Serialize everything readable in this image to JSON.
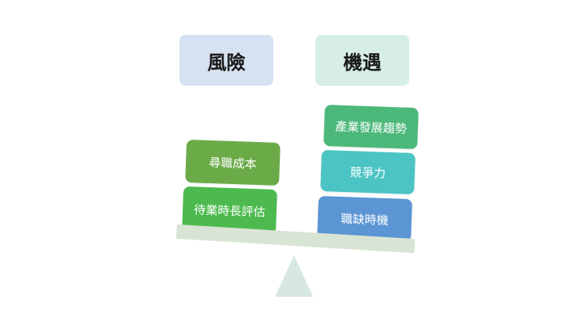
{
  "headers": {
    "risk": {
      "label": "風險",
      "color": "#d6e1f1"
    },
    "opportunity": {
      "label": "機遇",
      "color": "#d6eee7"
    }
  },
  "risk_items": [
    {
      "label": "尋職成本",
      "color": "#6aab48"
    },
    {
      "label": "待業時長評估",
      "color": "#4cba4e"
    }
  ],
  "opportunity_items": [
    {
      "label": "產業發展趨勢",
      "color": "#4cb87a"
    },
    {
      "label": "競爭力",
      "color": "#4cc4c4"
    },
    {
      "label": "職缺時機",
      "color": "#5b95d4"
    }
  ],
  "scale": {
    "beam_color": "#d9e5d4",
    "fulcrum_color": "#d6e8e0"
  }
}
